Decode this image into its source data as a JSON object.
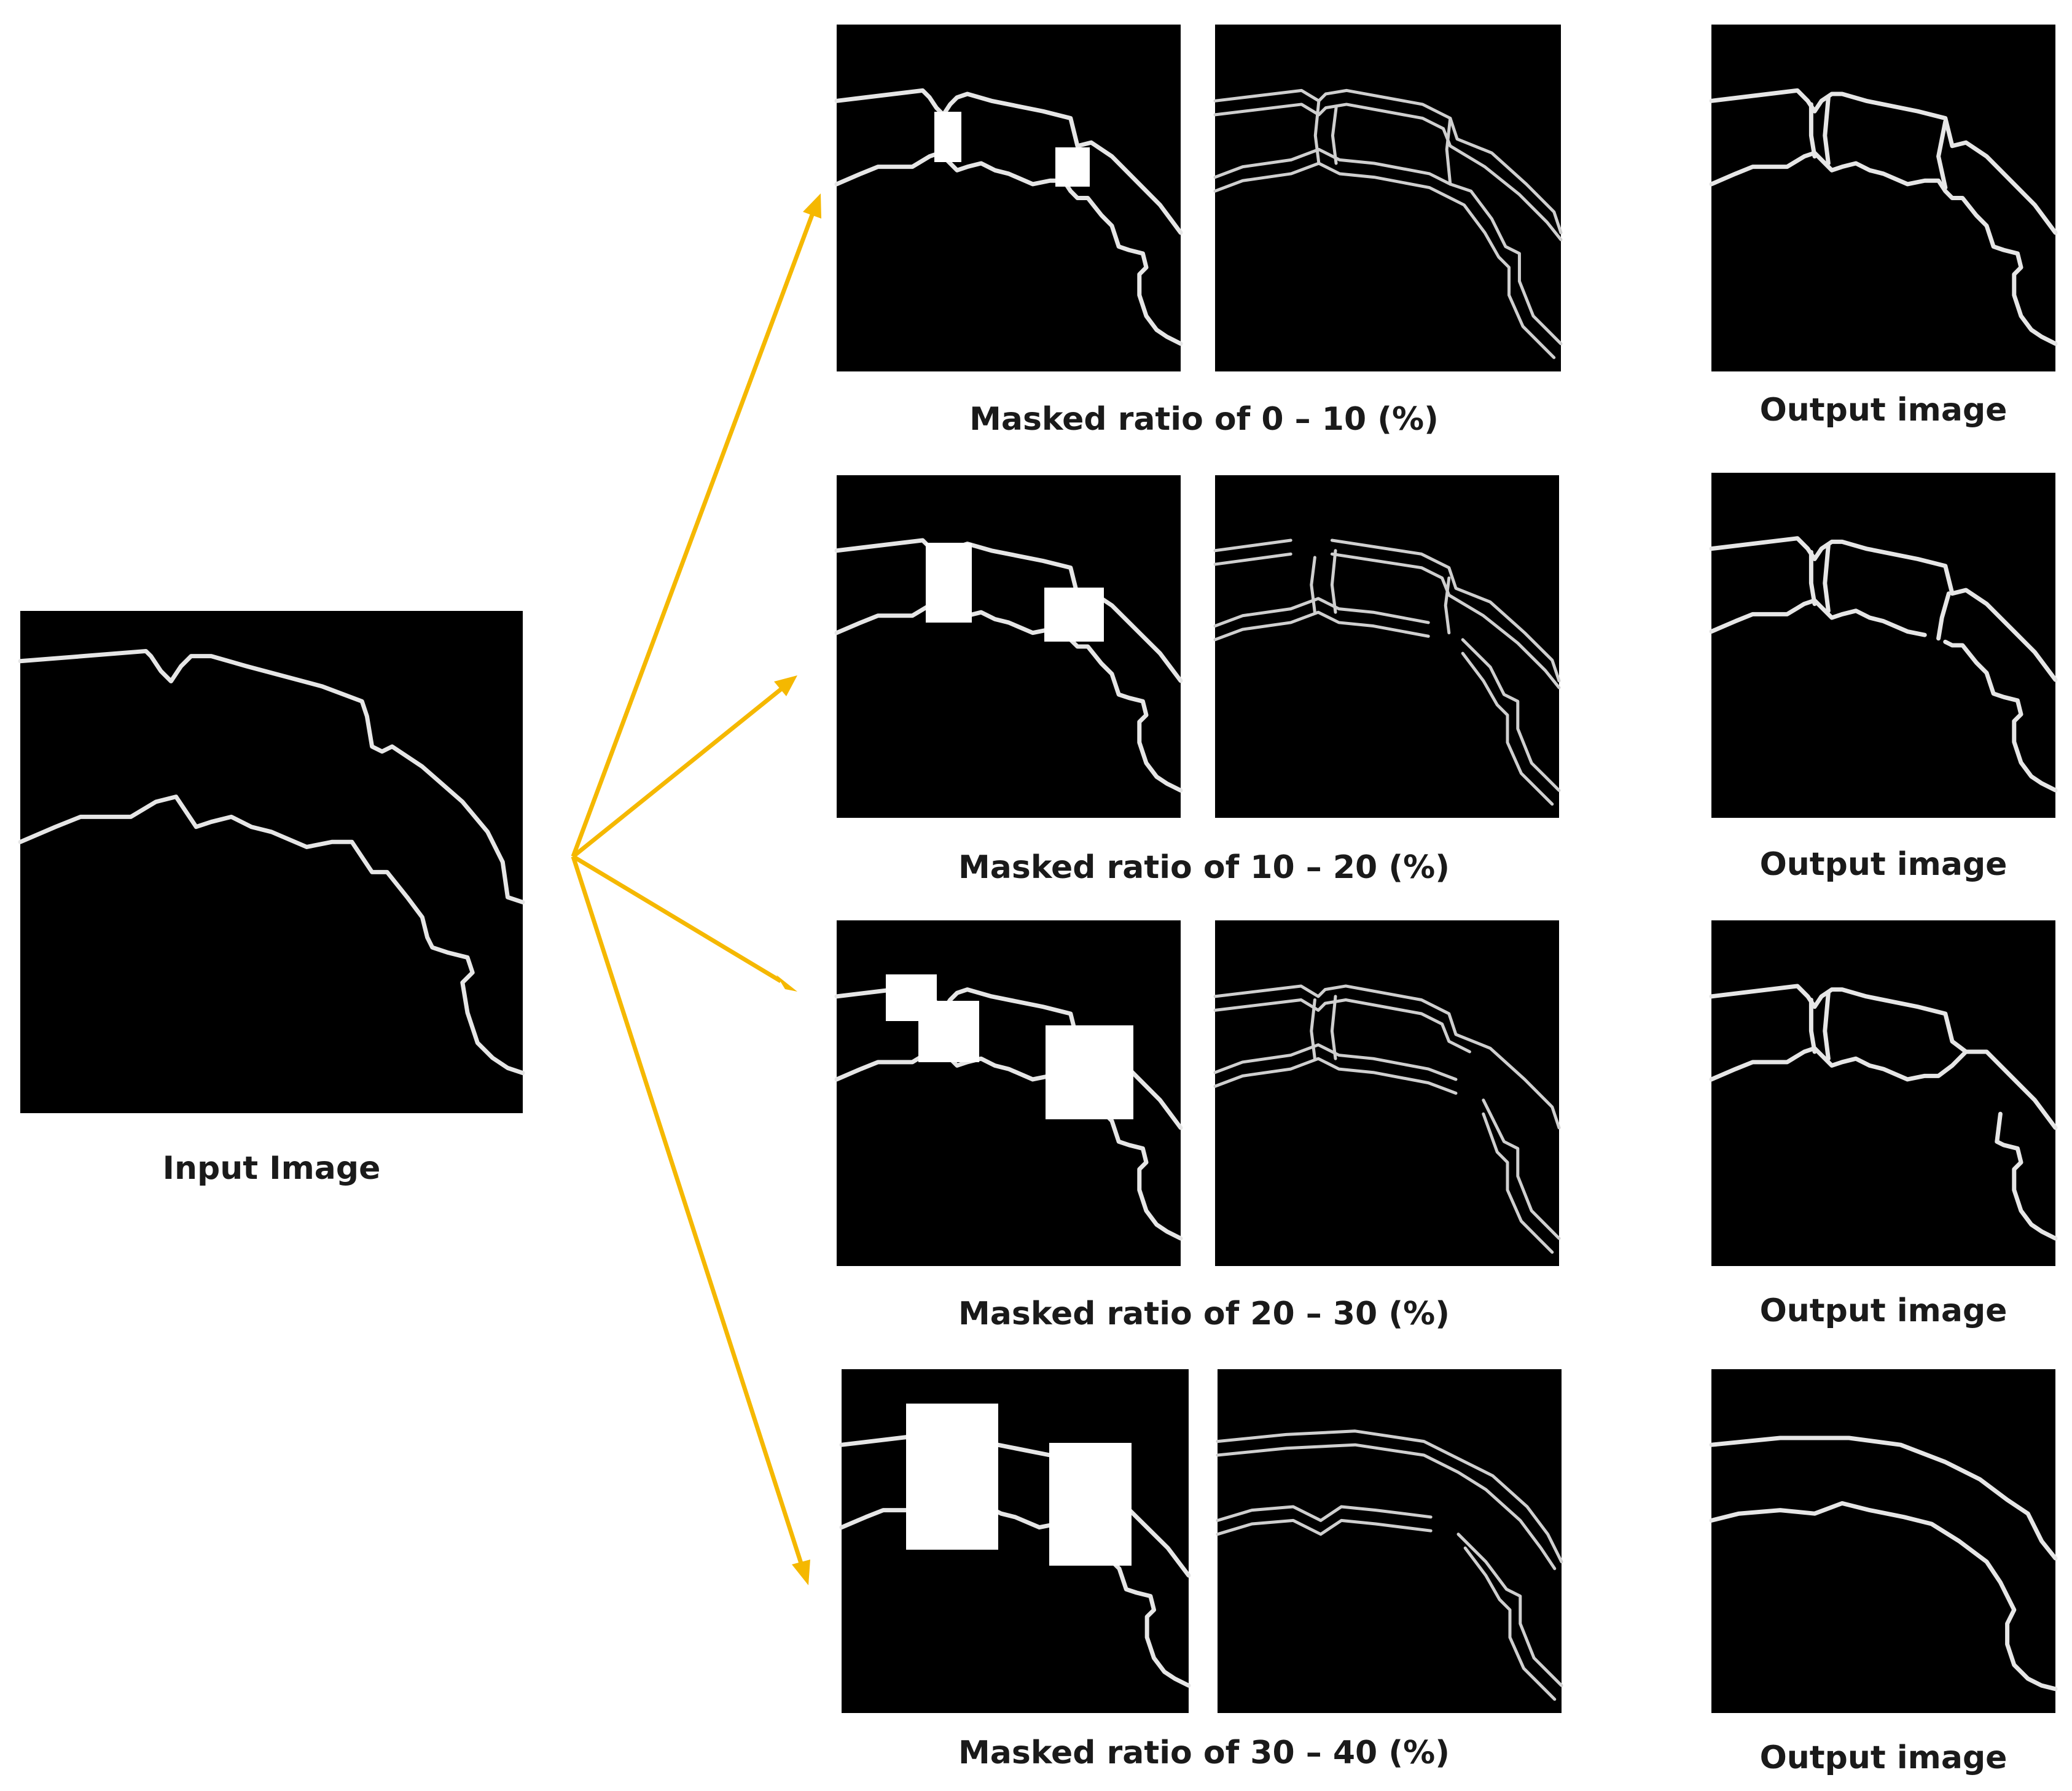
{
  "input": {
    "caption": "Input Image"
  },
  "rows": [
    {
      "masked_caption": "Masked ratio of  0 – 10 (%)",
      "output_caption": "Output image"
    },
    {
      "masked_caption": "Masked ratio of 10 – 20 (%)",
      "output_caption": "Output image"
    },
    {
      "masked_caption": "Masked ratio of 20 – 30 (%)",
      "output_caption": "Output image"
    },
    {
      "masked_caption": "Masked ratio of 30 – 40 (%)",
      "output_caption": "Output image"
    }
  ],
  "colors": {
    "arrow": "#f5b800",
    "panel": "#000000",
    "edge": "#e6e6e6",
    "mask": "#ffffff"
  }
}
